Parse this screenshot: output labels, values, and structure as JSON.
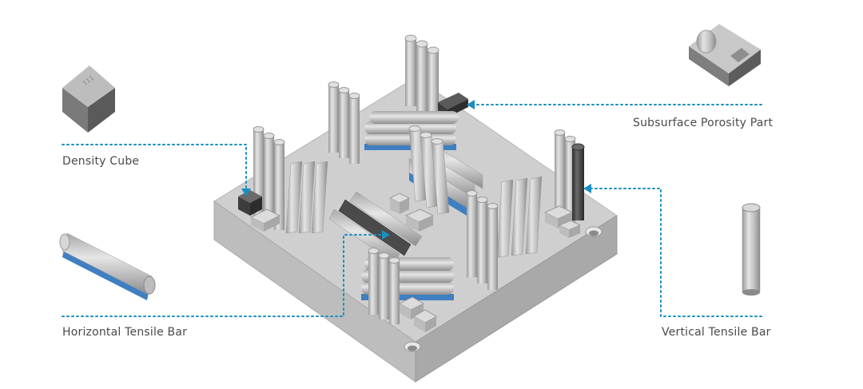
{
  "labels": {
    "density_cube": "Density Cube",
    "horizontal_tensile_bar": "Horizontal Tensile Bar",
    "subsurface_porosity_part": "Subsurface Porosity Part",
    "vertical_tensile_bar": "Vertical Tensile Bar"
  },
  "colors": {
    "leader_line": "#1a8fbf",
    "plate": "#c9c9c9",
    "support_layer": "#3f7fc2",
    "highlight_part": "#4a4a4a",
    "label_text": "#4a4a4a"
  },
  "cube_marking": "111"
}
